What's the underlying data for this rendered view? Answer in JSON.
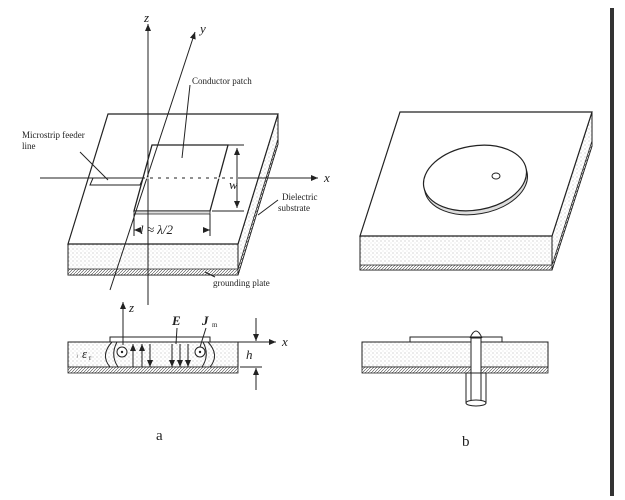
{
  "labels": {
    "conductor_patch": "Conductor patch",
    "feeder_line1": "Microstrip feeder",
    "feeder_line2": "line",
    "dielectric1": "Dielectric",
    "dielectric2": "substrate",
    "grounding": "grounding plate",
    "w": "w",
    "length": "l ≈ λ/2",
    "z_top": "z",
    "y_top": "y",
    "x_top": "x",
    "z_cross": "z",
    "x_cross": "x",
    "h": "h",
    "E": "E",
    "J": "J",
    "J_sub": "m",
    "eps": "ε",
    "eps_sub": "r",
    "eps_prefix": "₁"
  },
  "captions": {
    "a": "a",
    "b": "b"
  },
  "colors": {
    "ink": "#222222",
    "background": "#ffffff",
    "dot_fill": "#e8e8e8"
  }
}
